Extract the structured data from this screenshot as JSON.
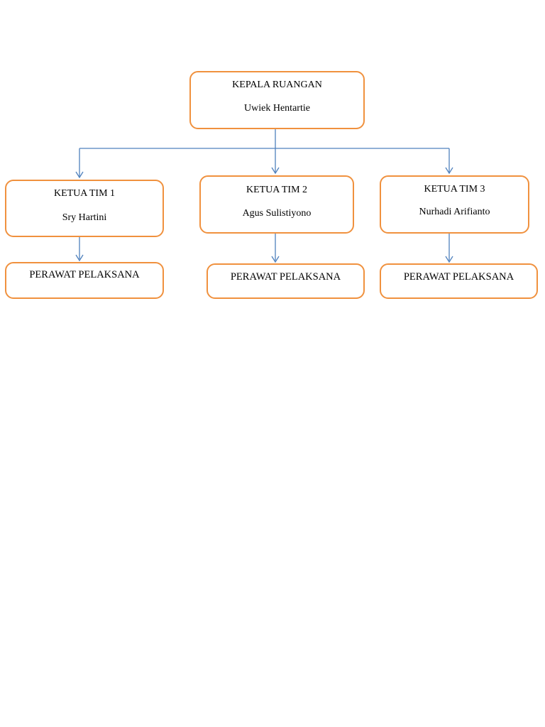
{
  "head": {
    "role": "KEPALA RUANGAN",
    "name": "Uwiek Hentartie"
  },
  "teams": [
    {
      "role": "KETUA TIM 1",
      "name": "Sry Hartini",
      "staff": "PERAWAT PELAKSANA"
    },
    {
      "role": "KETUA TIM 2",
      "name": "Agus Sulistiyono",
      "staff": "PERAWAT PELAKSANA"
    },
    {
      "role": "KETUA TIM 3",
      "name": "Nurhadi Arifianto",
      "staff": "PERAWAT PELAKSANA"
    }
  ],
  "colors": {
    "box_border": "#F0913E",
    "connector": "#4F81BD"
  }
}
